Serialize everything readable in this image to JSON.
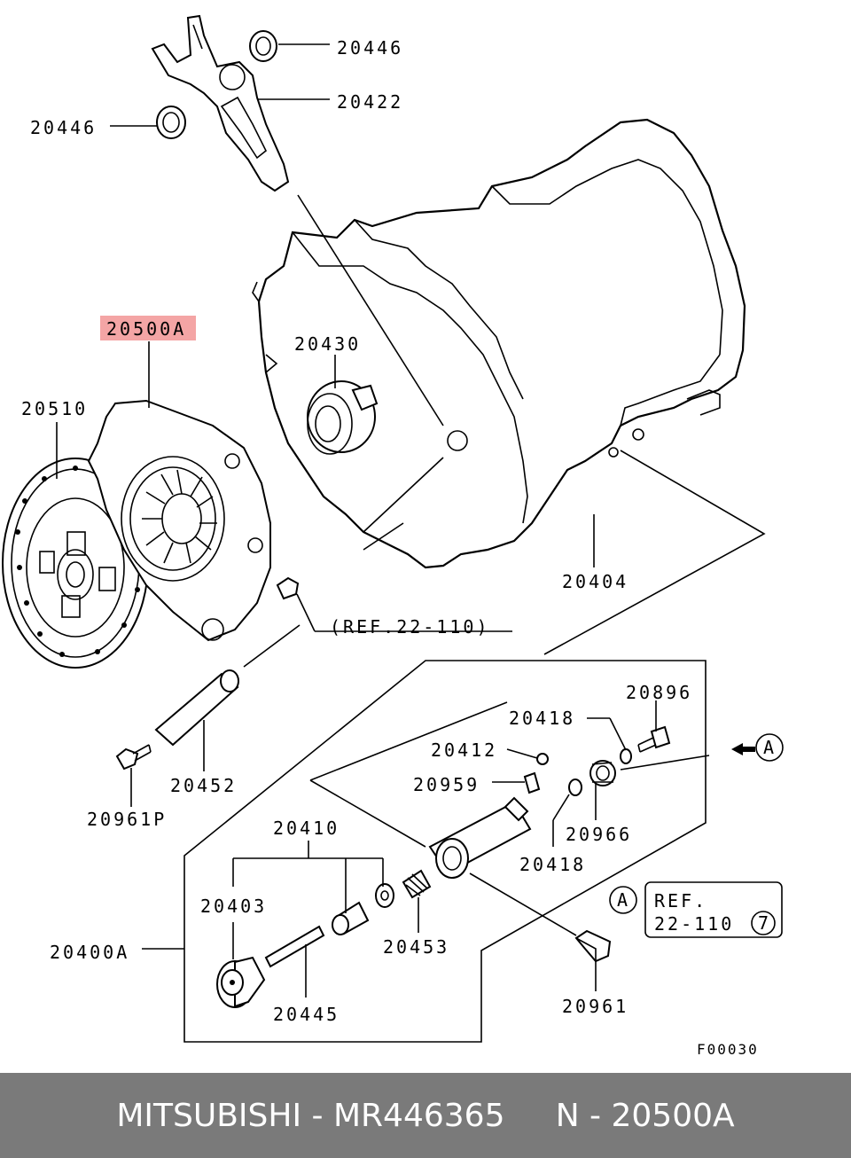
{
  "labels": {
    "p20446_top": "20446",
    "p20422": "20422",
    "p20446_left": "20446",
    "p20500A": "20500A",
    "p20510": "20510",
    "p20430": "20430",
    "p20404": "20404",
    "ref_22_110_a": "(REF.22-110)",
    "p20896": "20896",
    "p20418_top": "20418",
    "p20412": "20412",
    "p20959": "20959",
    "p20966": "20966",
    "p20418_bottom": "20418",
    "p20410": "20410",
    "p20403": "20403",
    "p20400A": "20400A",
    "p20453": "20453",
    "p20445": "20445",
    "p20452": "20452",
    "p20961P": "20961P",
    "p20961": "20961",
    "callout_a_right": "A",
    "callout_a_ref": "A",
    "ref_box_line1": "REF.",
    "ref_box_line2": "22-110",
    "ref_box_num": "7",
    "figure_code": "F00030"
  },
  "highlight_color": "#f4a5a5",
  "footer": {
    "brand": "MITSUBISHI",
    "sep1": " - ",
    "part_number": "MR446365",
    "gap": "     ",
    "ref": "N - 20500A"
  }
}
